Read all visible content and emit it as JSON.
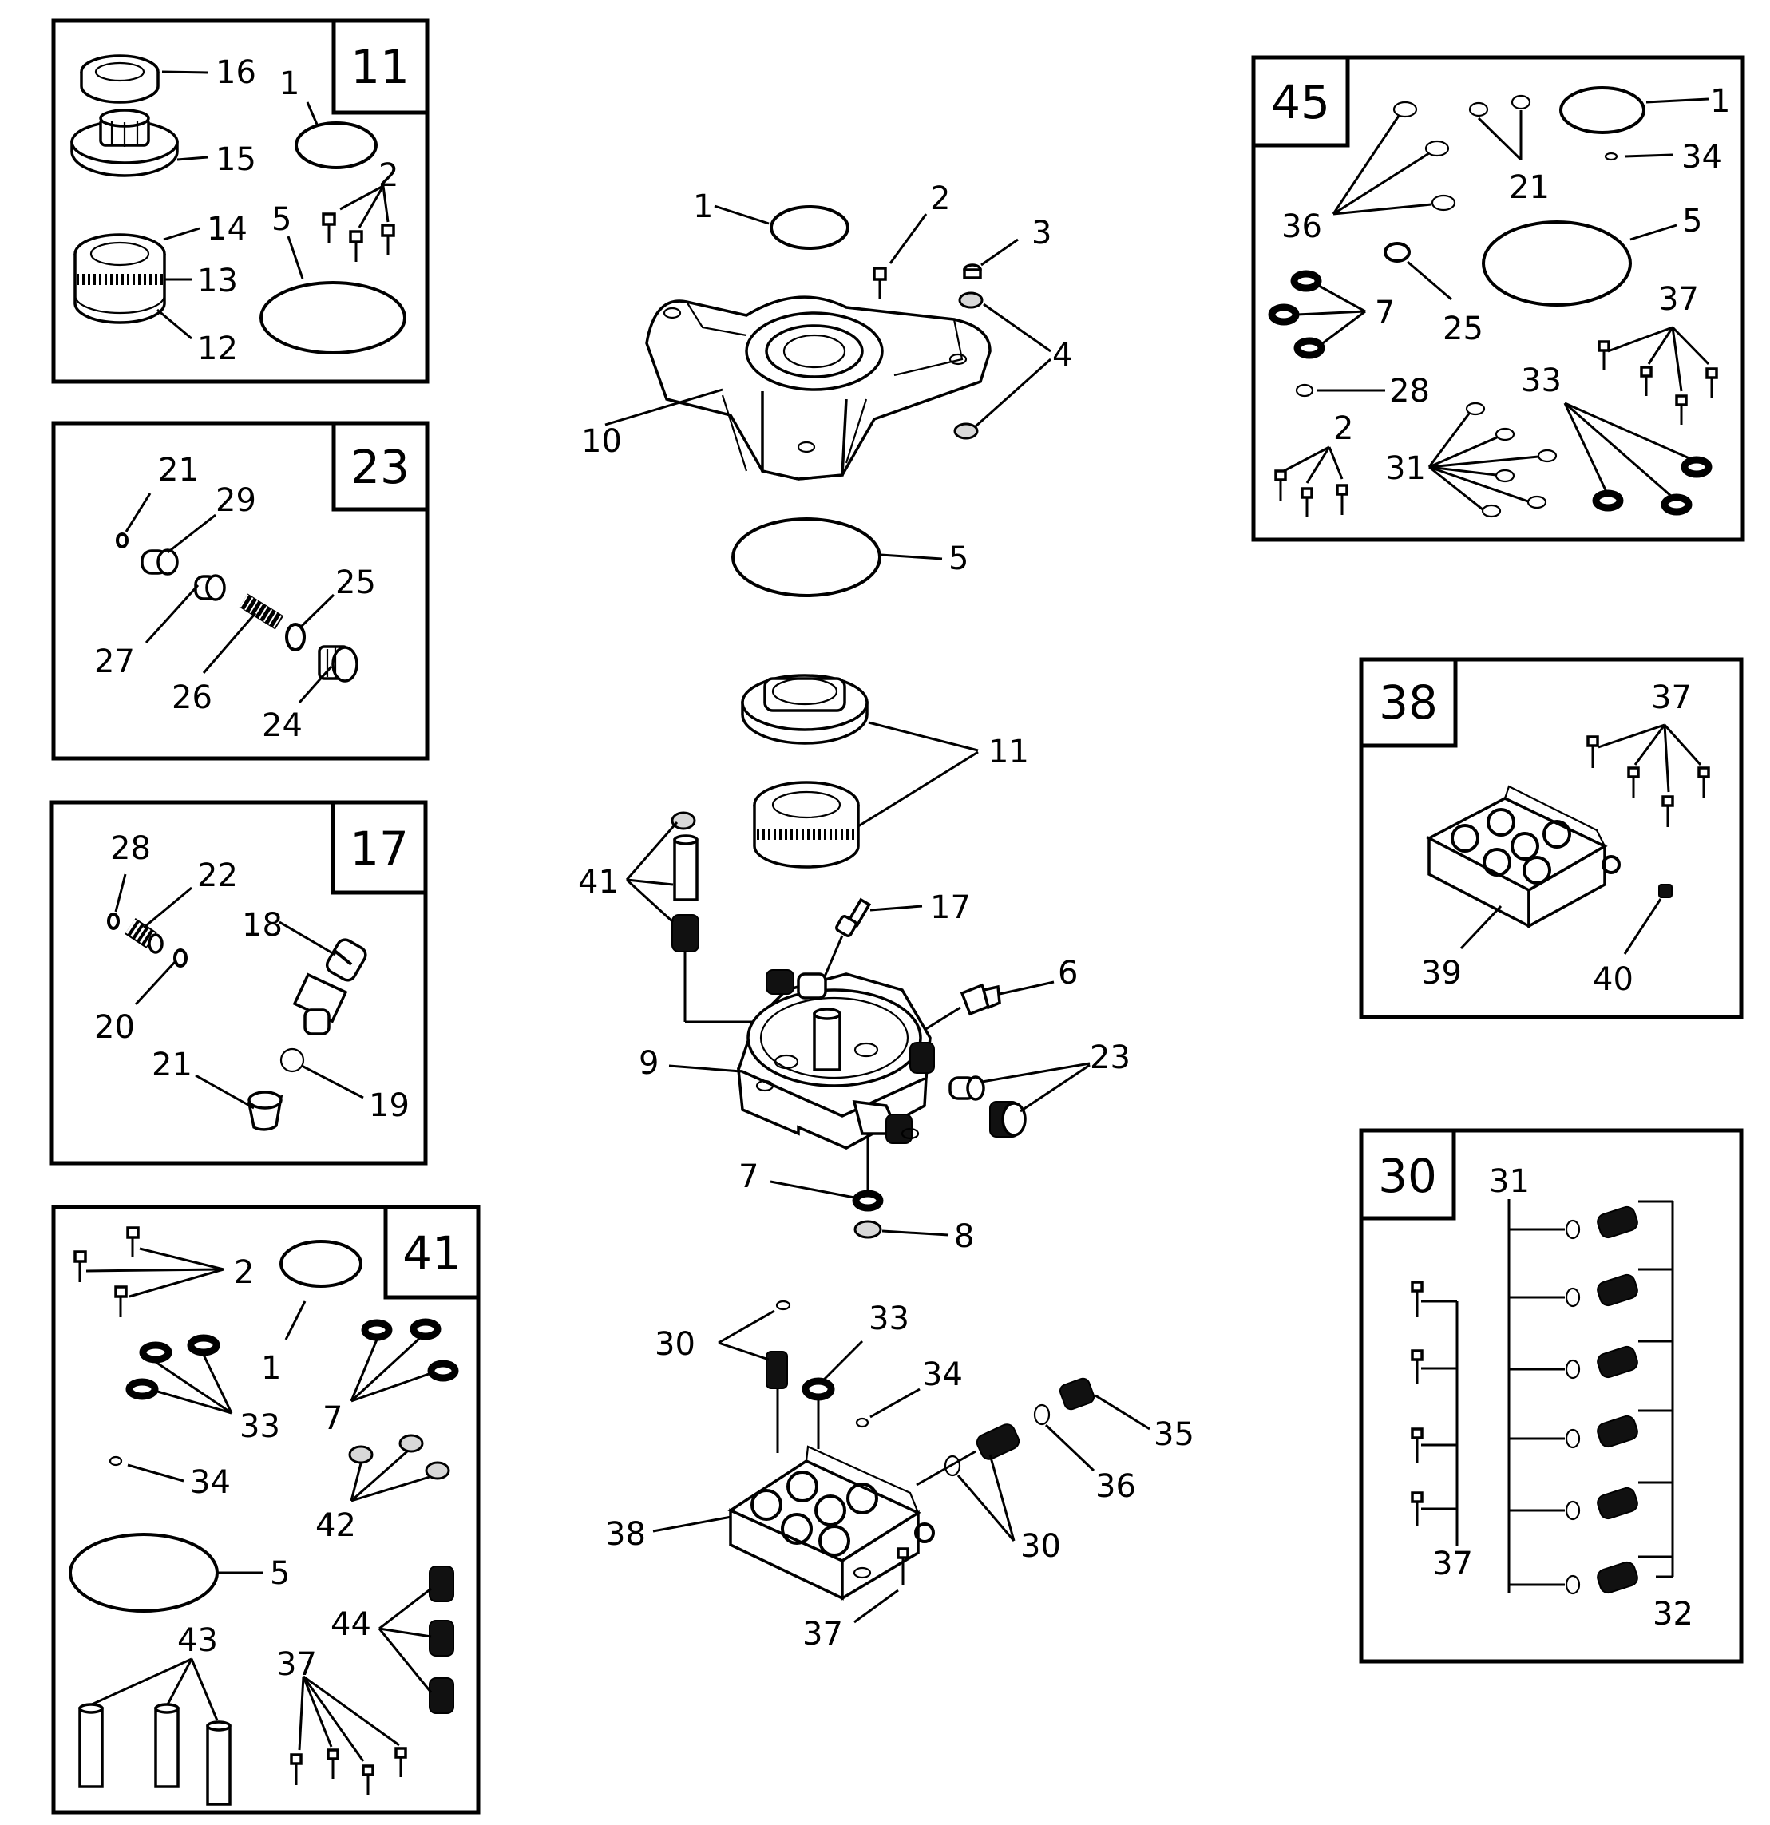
{
  "kit_boxes": {
    "k11": {
      "number": "11",
      "labels": [
        "16",
        "15",
        "14",
        "13",
        "12",
        "1",
        "2",
        "5"
      ]
    },
    "k23": {
      "number": "23",
      "labels": [
        "21",
        "29",
        "25",
        "27",
        "26",
        "24"
      ]
    },
    "k17": {
      "number": "17",
      "labels": [
        "28",
        "22",
        "18",
        "21",
        "20",
        "19"
      ]
    },
    "k41": {
      "number": "41",
      "labels": [
        "2",
        "1",
        "33",
        "7",
        "34",
        "42",
        "5",
        "43",
        "44",
        "37"
      ]
    },
    "k45": {
      "number": "45",
      "labels": [
        "1",
        "34",
        "21",
        "36",
        "5",
        "7",
        "25",
        "37",
        "28",
        "33",
        "2",
        "31"
      ]
    },
    "k38": {
      "number": "38",
      "labels": [
        "37",
        "39",
        "40"
      ]
    },
    "k30": {
      "number": "30",
      "labels": [
        "31",
        "37",
        "32"
      ]
    }
  },
  "main_labels": [
    "1",
    "2",
    "3",
    "4",
    "10",
    "5",
    "11",
    "41",
    "17",
    "6",
    "9",
    "23",
    "7",
    "8",
    "30",
    "33",
    "34",
    "35",
    "36",
    "38",
    "37"
  ]
}
